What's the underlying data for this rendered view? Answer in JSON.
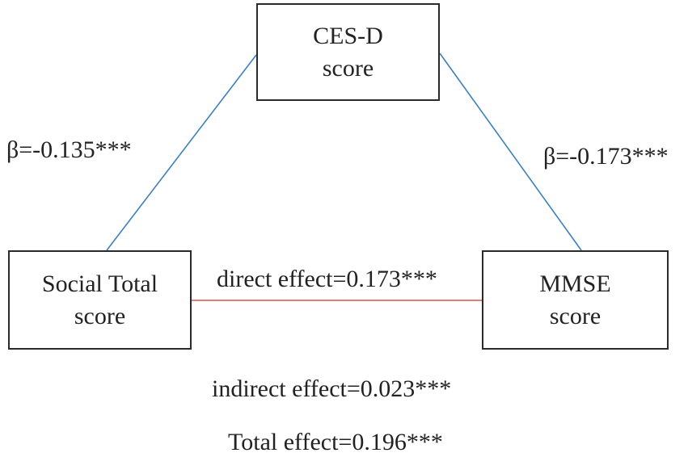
{
  "nodes": {
    "mediator": {
      "line1": "CES-D",
      "line2": "score"
    },
    "predictor": {
      "line1": "Social Total",
      "line2": "score"
    },
    "outcome": {
      "line1": "MMSE",
      "line2": "score"
    }
  },
  "paths": {
    "a": {
      "label": "β=-0.135***",
      "color": "#3b7fc4"
    },
    "b": {
      "label": "β=-0.173***",
      "color": "#3b7fc4"
    },
    "direct": {
      "label": "direct effect=0.173***",
      "color": "#e0504a"
    }
  },
  "effects": {
    "indirect": "indirect effect=0.023***",
    "total": "Total effect=0.196***"
  }
}
